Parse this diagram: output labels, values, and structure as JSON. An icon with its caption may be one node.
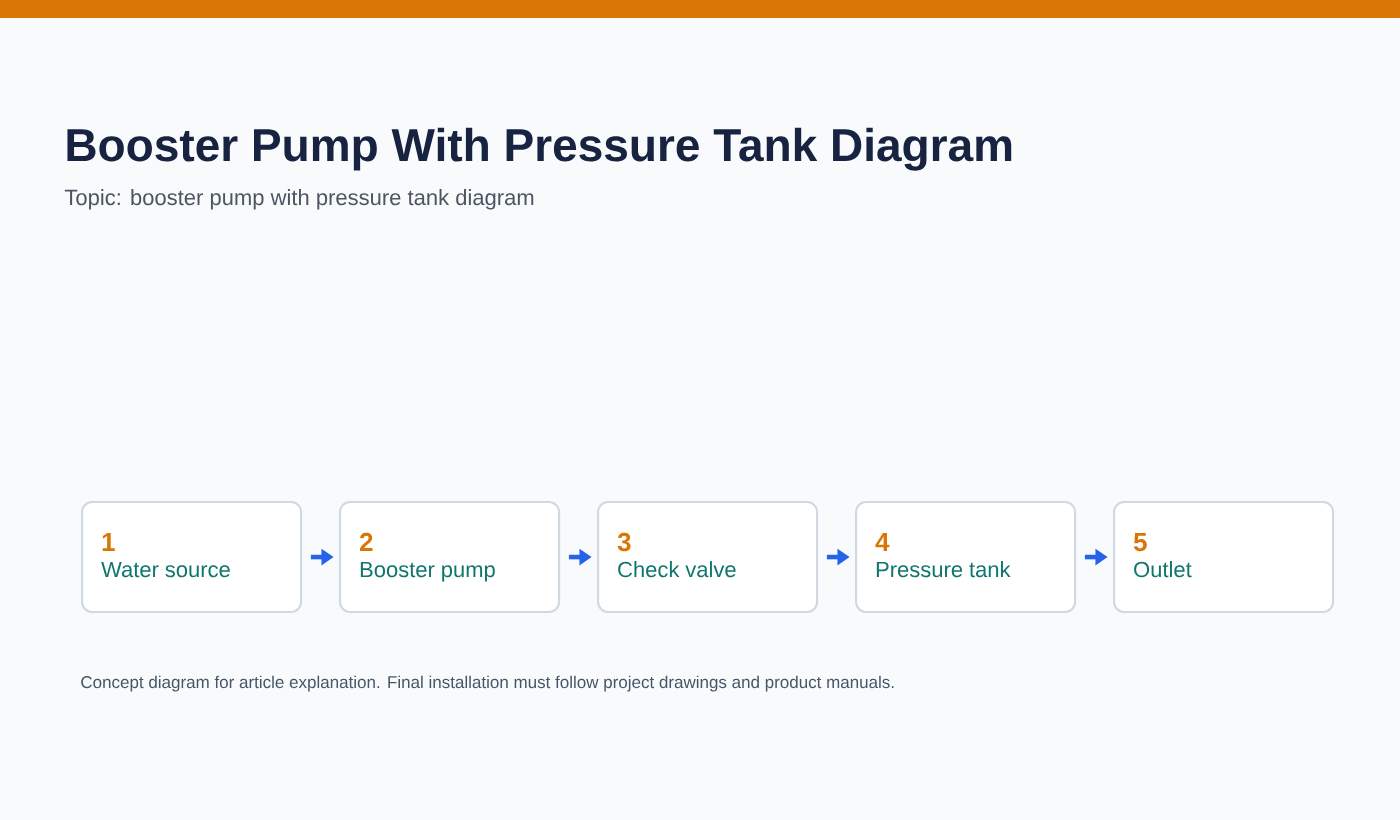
{
  "diagram": {
    "title": "Booster Pump With Pressure Tank Diagram",
    "caption": "Concept diagram for article explanation. Final installation must follow project drawings and product manuals.",
    "nodes": [
      {
        "text": [
          "1",
          "Water source"
        ]
      },
      {
        "text": [
          "2",
          "Booster pump"
        ]
      },
      {
        "text": [
          "3",
          "Check valve"
        ]
      },
      {
        "text": [
          "4",
          "Pressure tank"
        ]
      },
      {
        "text": [
          "5",
          "Outlet"
        ]
      }
    ],
    "edges": [
      {
        "from": 0,
        "to": 1,
        "arrow": "to"
      },
      {
        "from": 1,
        "to": 2,
        "arrow": "to"
      },
      {
        "from": 2,
        "to": 3,
        "arrow": "to"
      },
      {
        "from": 3,
        "to": 4,
        "arrow": "to"
      }
    ],
    "labels": [
      "Topic: booster pump with pressure tank diagram"
    ]
  }
}
